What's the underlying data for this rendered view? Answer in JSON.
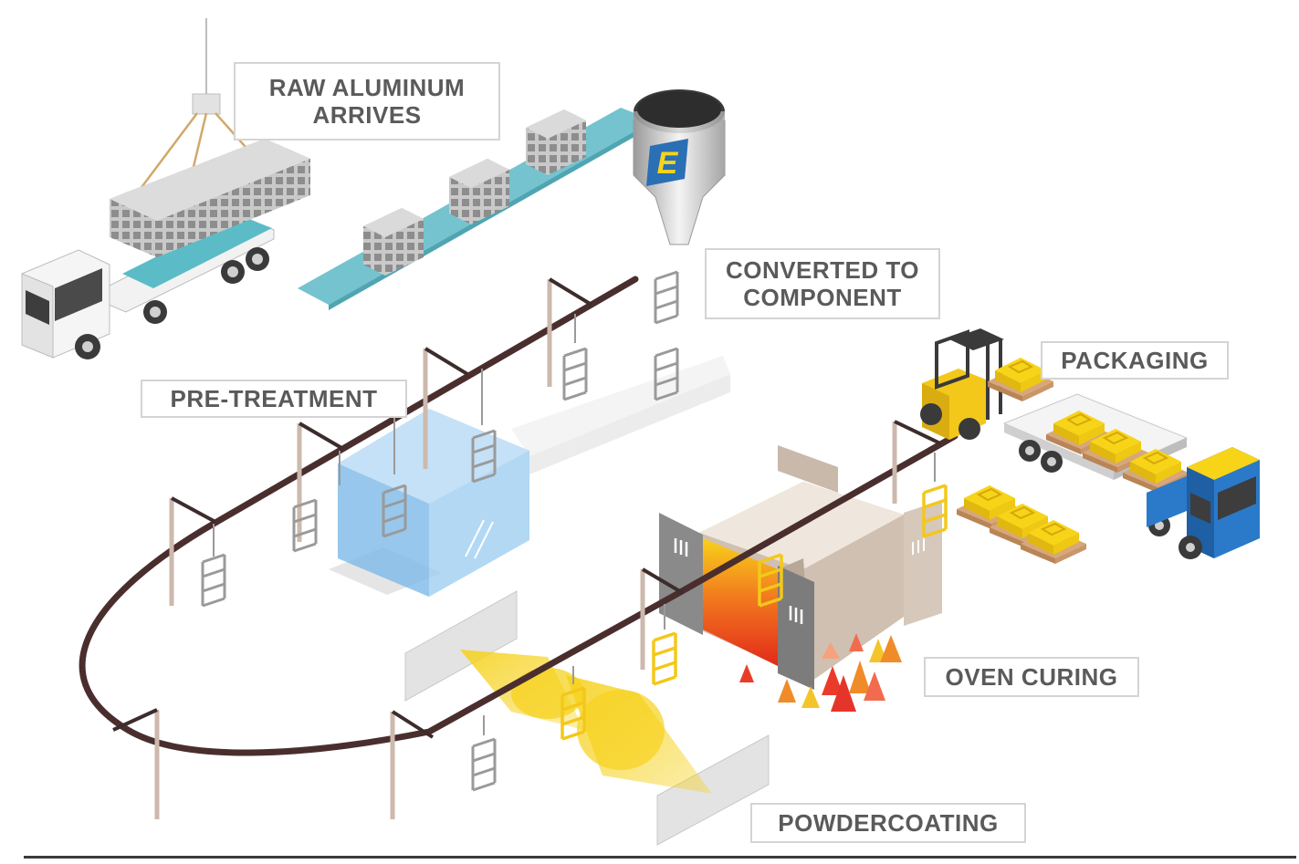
{
  "stages": {
    "raw_aluminum": [
      "RAW ALUMINUM",
      "ARRIVES"
    ],
    "converted": [
      "CONVERTED TO",
      "COMPONENT"
    ],
    "packaging": "PACKAGING",
    "pre_treatment": "PRE-TREATMENT",
    "oven_curing": "OVEN CURING",
    "powdercoating": "POWDERCOATING"
  },
  "logo_letter": "E",
  "colors": {
    "conveyor": "#4a2e2e",
    "belt": "#74c3cf",
    "brand_yellow": "#f7d417",
    "brand_blue": "#2b6fb5",
    "tank": "#8ec5ee",
    "oven_hot": "#e8321e",
    "spray": "#f6d21e",
    "label_text": "#5a5a5a"
  },
  "icons": [
    "truck-icon",
    "hopper-icon",
    "forklift-icon",
    "pallet-icon",
    "rack-icon",
    "flame-icon"
  ]
}
